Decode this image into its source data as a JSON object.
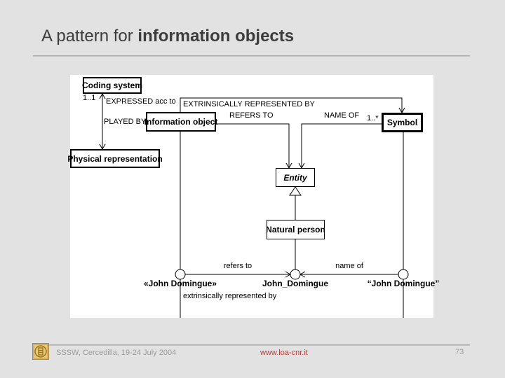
{
  "slide": {
    "title_regular": "A pattern for ",
    "title_bold": "information objects"
  },
  "diagram": {
    "boxes": {
      "coding_system": "Coding system",
      "information_object": "Information object",
      "symbol": "Symbol",
      "physical_representation": "Physical representation",
      "entity": "Entity",
      "natural_person": "Natural person"
    },
    "labels": {
      "multiplicity_coding": "1..1",
      "expressed_acc_to": "EXPRESSED acc to",
      "extrinsically_represented_by": "EXTRINSICALLY REPRESENTED BY",
      "played_by": "PLAYED BY",
      "refers_to": "REFERS TO",
      "name_of": "NAME OF",
      "multiplicity_symbol": "1..*",
      "instance_refers_to": "refers to",
      "instance_name_of": "name of",
      "instance_extrinsically": "extrinsically represented by"
    },
    "instances": {
      "left": "«John Domingue»",
      "middle": "John_Domingue",
      "right": "“John Domingue”"
    }
  },
  "footer": {
    "left": "SSSW, Cercedilla, 19-24 July 2004",
    "url": "www.loa-cnr.it",
    "page": "73"
  },
  "icons": {
    "logo": "loa-cnr-gold-seal"
  },
  "colors": {
    "background": "#e2e2e2",
    "panel": "#ffffff",
    "line_black": "#000000",
    "title_gray": "#3c3c3c",
    "footer_gray": "#9b9b9b",
    "url_red": "#b83a3a",
    "logo_gold": "#e6c36e",
    "logo_gold_dark": "#9a7218"
  }
}
